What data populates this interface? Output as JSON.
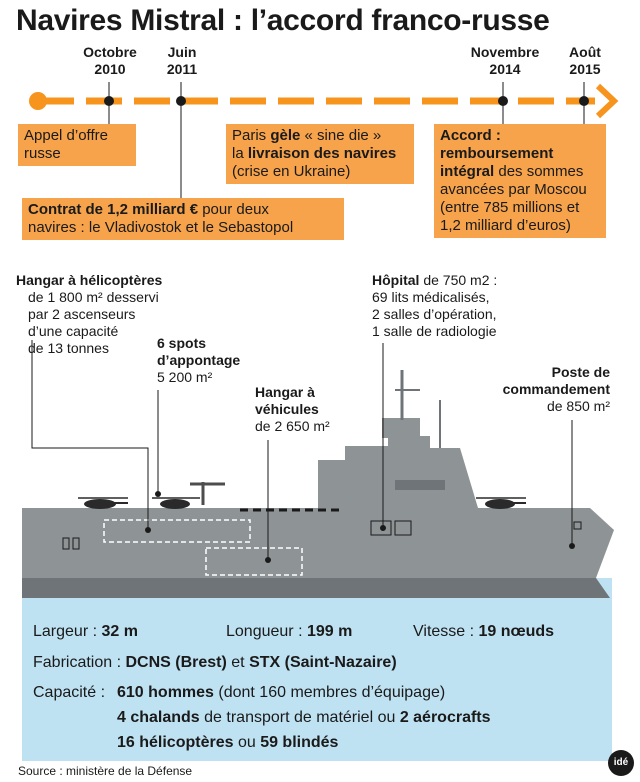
{
  "title": "Navires Mistral : l’accord franco-russe",
  "timeline": {
    "dates": [
      {
        "month": "Octobre",
        "year": "2010"
      },
      {
        "month": "Juin",
        "year": "2011"
      },
      {
        "month": "Novembre",
        "year": "2014"
      },
      {
        "month": "Août",
        "year": "2015"
      }
    ],
    "events": {
      "appel": {
        "line1": "Appel d’offre",
        "line2": "russe"
      },
      "contrat": {
        "b1": "Contrat de 1,2 milliard €",
        "t1": " pour deux",
        "line2": "navires : le Vladivostok et le Sebastopol"
      },
      "gel": {
        "t1": "Paris ",
        "b1": "gèle",
        "t2": " « sine die »",
        "t3": "la ",
        "b2": "livraison des navires",
        "line3": "(crise en Ukraine)"
      },
      "accord": {
        "b1": "Accord :",
        "b2": "remboursement",
        "b3": "intégral",
        "t3": " des sommes",
        "line4": "avancées par Moscou",
        "line5": "(entre 785 millions et",
        "line6": "1,2 milliard d’euros)"
      }
    }
  },
  "annotations": {
    "hangar_helico": {
      "head": "Hangar à hélicoptères",
      "l1": "de 1 800 m² desservi",
      "l2": "par 2 ascenseurs",
      "l3": "d’une capacité",
      "l4": "de 13 tonnes"
    },
    "spots": {
      "h1": "6 spots",
      "h2": "d’appontage",
      "l1": "5 200 m²"
    },
    "hangar_vehicules": {
      "h1": "Hangar à",
      "h2": "véhicules",
      "l1": "de 2 650 m²"
    },
    "hopital": {
      "head": "Hôpital",
      "t1": " de 750 m2 :",
      "l1": "69 lits médicalisés,",
      "l2": "2 salles d’opération,",
      "l3": "1 salle de radiologie"
    },
    "poste": {
      "h1": "Poste de",
      "h2": "commandement",
      "l1": "de 850 m²"
    }
  },
  "specs": {
    "largeur_label": "Largeur : ",
    "largeur_value": "32 m",
    "longueur_label": "Longueur : ",
    "longueur_value": "199 m",
    "vitesse_label": "Vitesse : ",
    "vitesse_value": "19 nœuds",
    "fabrication_label": "Fabrication : ",
    "fab_v1": "DCNS (Brest)",
    "fab_et": " et ",
    "fab_v2": "STX (Saint-Nazaire)",
    "capacite_label": "Capacité : ",
    "cap1_b": "610 hommes",
    "cap1_t": " (dont 160 membres d’équipage)",
    "cap2_b1": "4 chalands",
    "cap2_t": " de transport de matériel ou ",
    "cap2_b2": "2 aérocrafts",
    "cap3_b1": "16 hélicoptères",
    "cap3_t": " ou ",
    "cap3_b2": "59 blindés"
  },
  "source": "Source : ministère de la Défense",
  "logo": "idé",
  "colors": {
    "orange": "#f7a34b",
    "timeline": "#f7941d",
    "ship": "#8e9396",
    "sea": "#bfe2f2"
  }
}
